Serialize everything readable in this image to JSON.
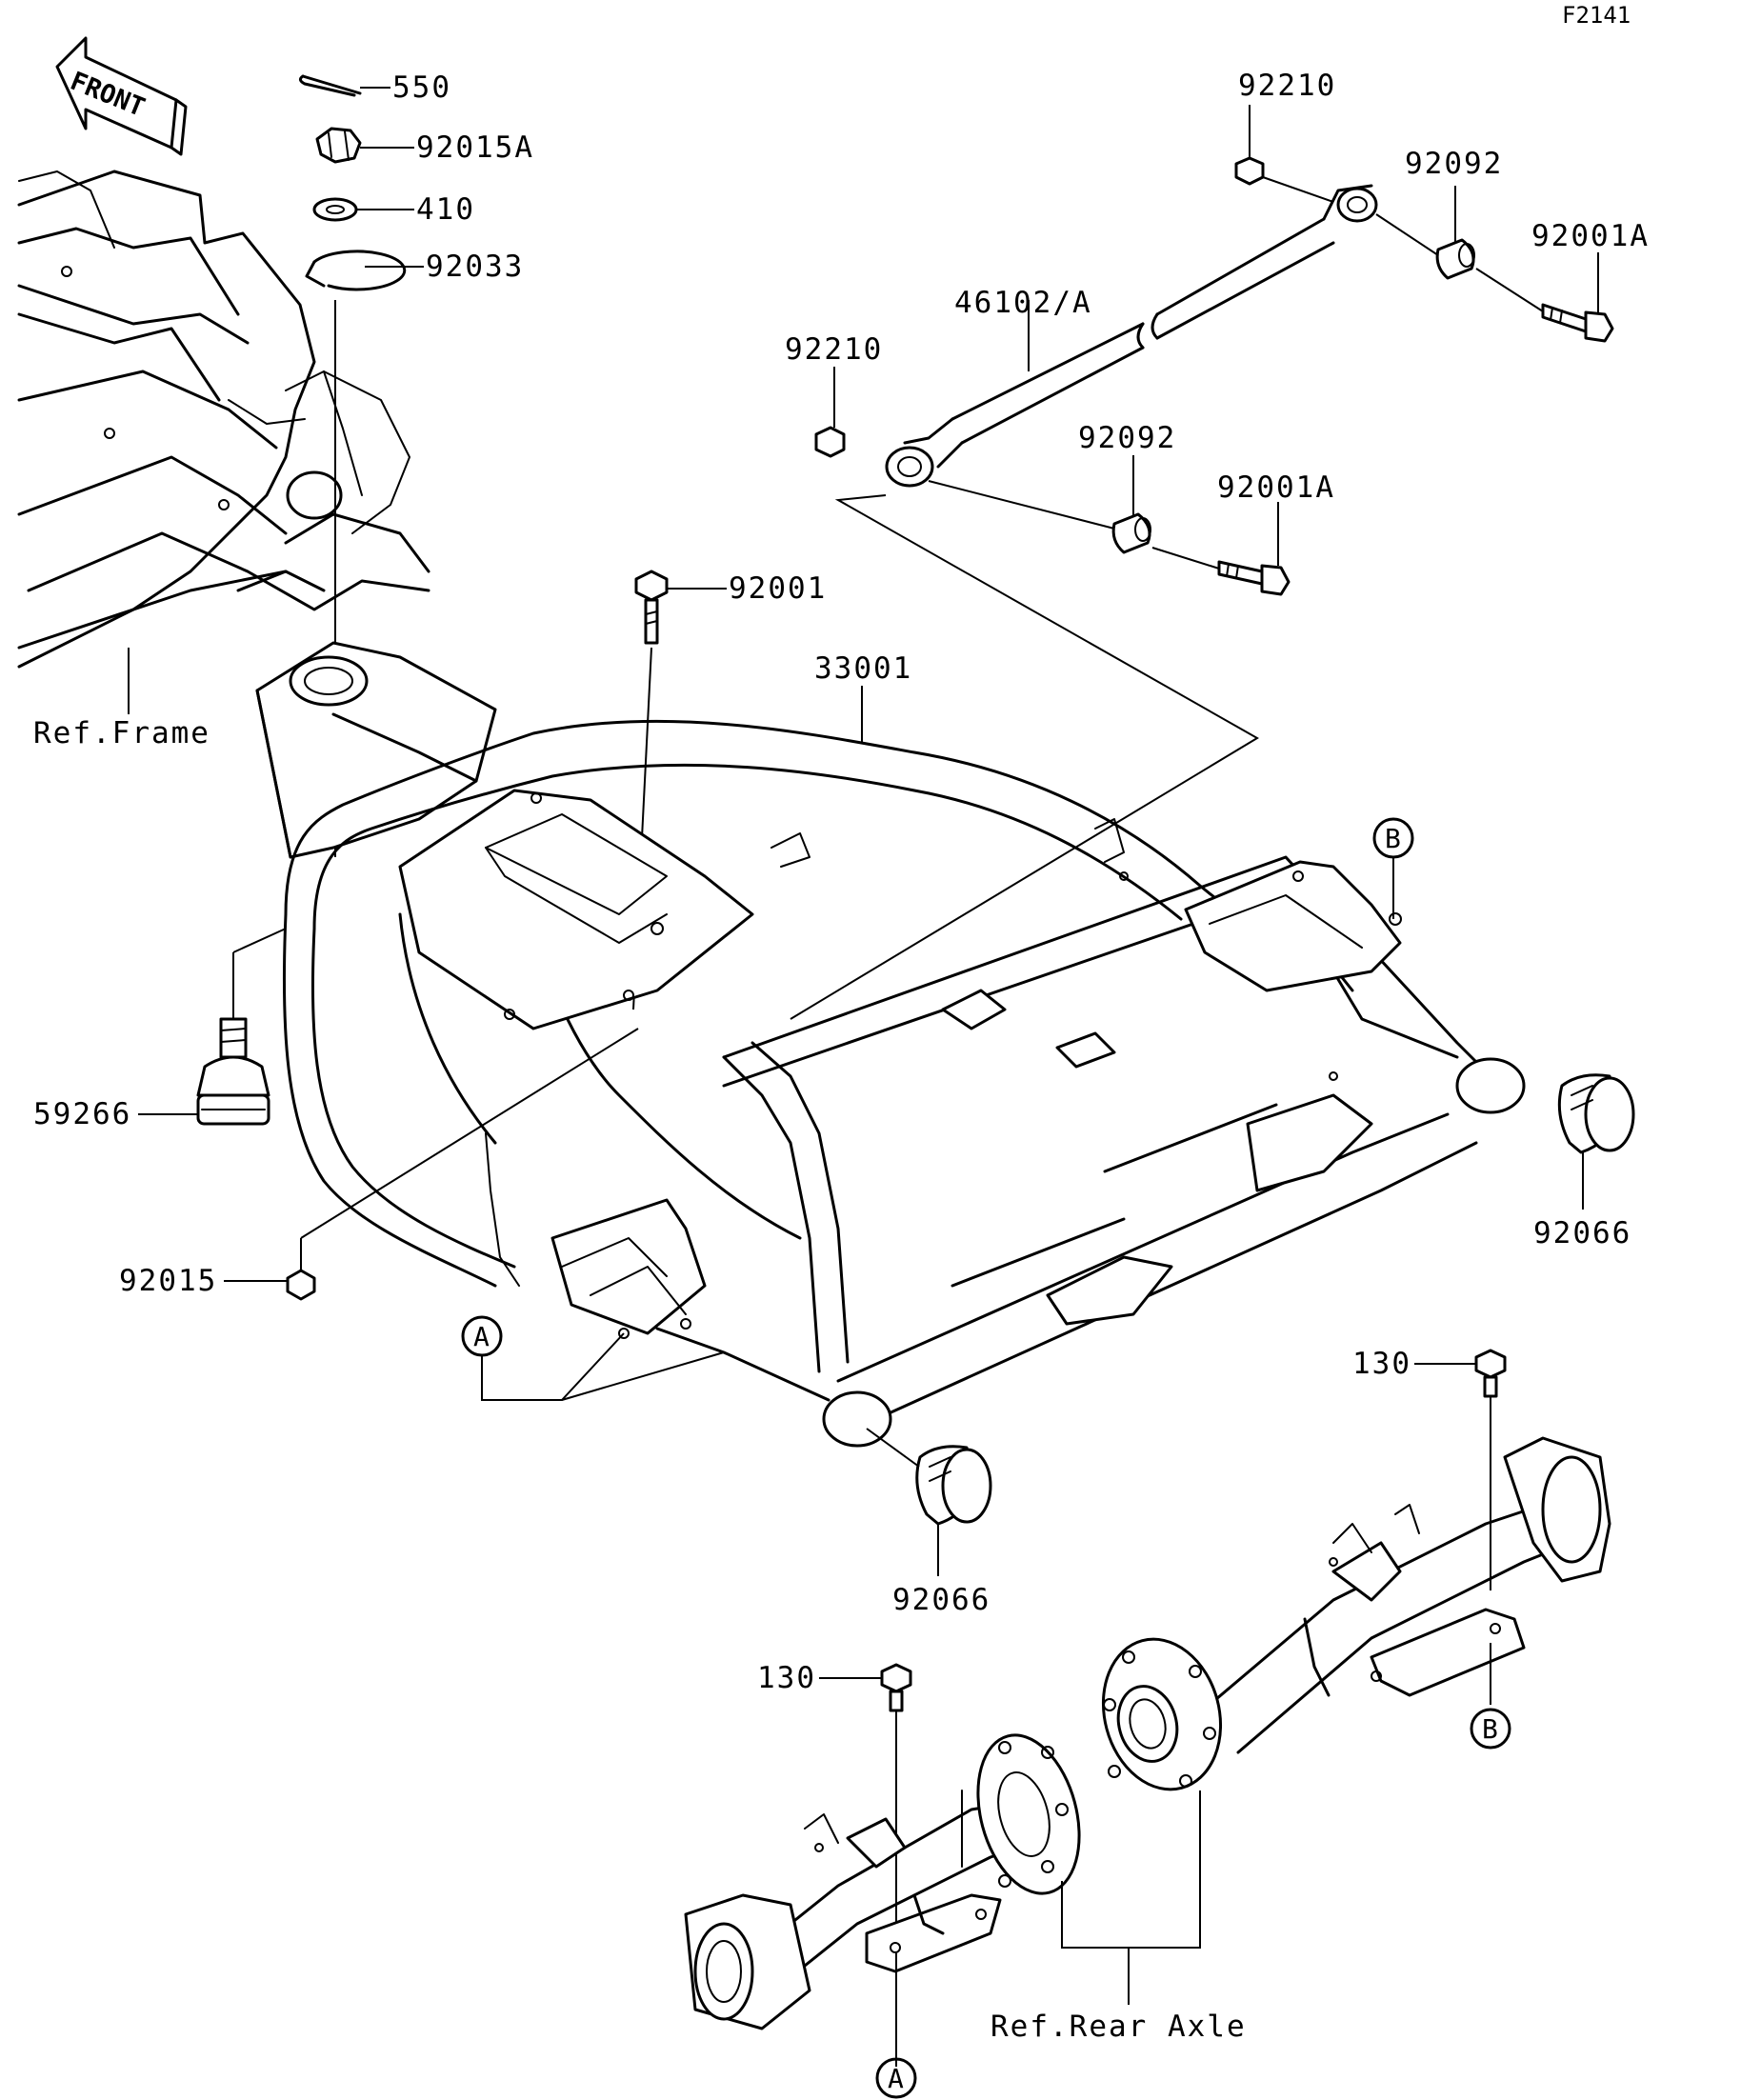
{
  "figure_code": "F2141",
  "front_arrow_label": "FRONT",
  "parts": {
    "p550": "550",
    "p92015A": "92015A",
    "p410": "410",
    "p92033": "92033",
    "p92210_top": "92210",
    "p92092_top": "92092",
    "p92001A_top": "92001A",
    "p46102A": "46102/A",
    "p92210_mid": "92210",
    "p92092_mid": "92092",
    "p92001A_mid": "92001A",
    "p92001": "92001",
    "p33001": "33001",
    "p59266": "59266",
    "p92015": "92015",
    "p92066_right": "92066",
    "p92066_bottom": "92066",
    "p130_right": "130",
    "p130_left": "130"
  },
  "references": {
    "frame": "Ref.Frame",
    "rear_axle": "Ref.Rear Axle"
  },
  "callouts": {
    "A_top": "A",
    "A_bottom": "A",
    "B_top": "B",
    "B_bottom": "B"
  }
}
